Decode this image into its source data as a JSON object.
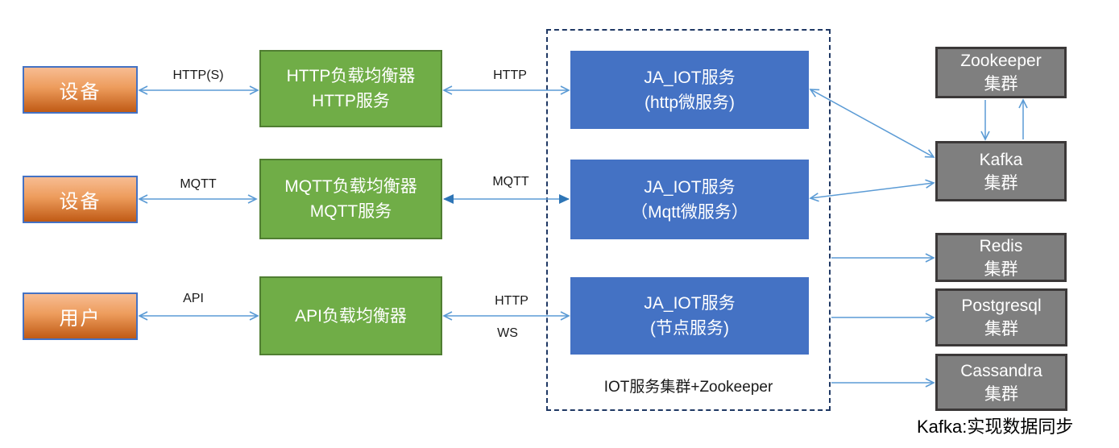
{
  "colors": {
    "arrow": "#5B9BD5",
    "arrow_filled_head": "#2E75B6",
    "dashed_border": "#1F3864",
    "orange_top": "#F7BC92",
    "orange_mid": "#ED9C5C",
    "orange_bottom": "#C05A15",
    "orange_border": "#4472C4",
    "green_fill": "#70AD47",
    "green_border": "#507E32",
    "blue_fill": "#4472C4",
    "gray_fill": "#7F7F7F",
    "gray_border": "#3B3838",
    "label_text": "#1A1A1A",
    "box_text": "#FFFFFF"
  },
  "nodes": {
    "device1": {
      "label": "设备"
    },
    "device2": {
      "label": "设备"
    },
    "user": {
      "label": "用户"
    },
    "http_lb": {
      "line1": "HTTP负载均衡器",
      "line2": "HTTP服务"
    },
    "mqtt_lb": {
      "line1": "MQTT负载均衡器",
      "line2": "MQTT服务"
    },
    "api_lb": {
      "line1": "API负载均衡器"
    },
    "iot_http": {
      "line1": "JA_IOT服务",
      "line2": "(http微服务)"
    },
    "iot_mqtt": {
      "line1": "JA_IOT服务",
      "line2": "（Mqtt微服务）"
    },
    "iot_node": {
      "line1": "JA_IOT服务",
      "line2": "(节点服务)"
    },
    "zookeeper": {
      "line1": "Zookeeper",
      "line2": "集群"
    },
    "kafka": {
      "line1": "Kafka",
      "line2": "集群"
    },
    "redis": {
      "line1": "Redis",
      "line2": "集群"
    },
    "postgresql": {
      "line1": "Postgresql",
      "line2": "集群"
    },
    "cassandra": {
      "line1": "Cassandra",
      "line2": "集群"
    }
  },
  "edge_labels": {
    "https": "HTTP(S)",
    "http1": "HTTP",
    "mqtt1": "MQTT",
    "mqtt2": "MQTT",
    "api": "API",
    "http2": "HTTP",
    "ws": "WS"
  },
  "cluster": {
    "label": "IOT服务集群+Zookeeper"
  },
  "note": {
    "text": "Kafka:实现数据同步"
  }
}
